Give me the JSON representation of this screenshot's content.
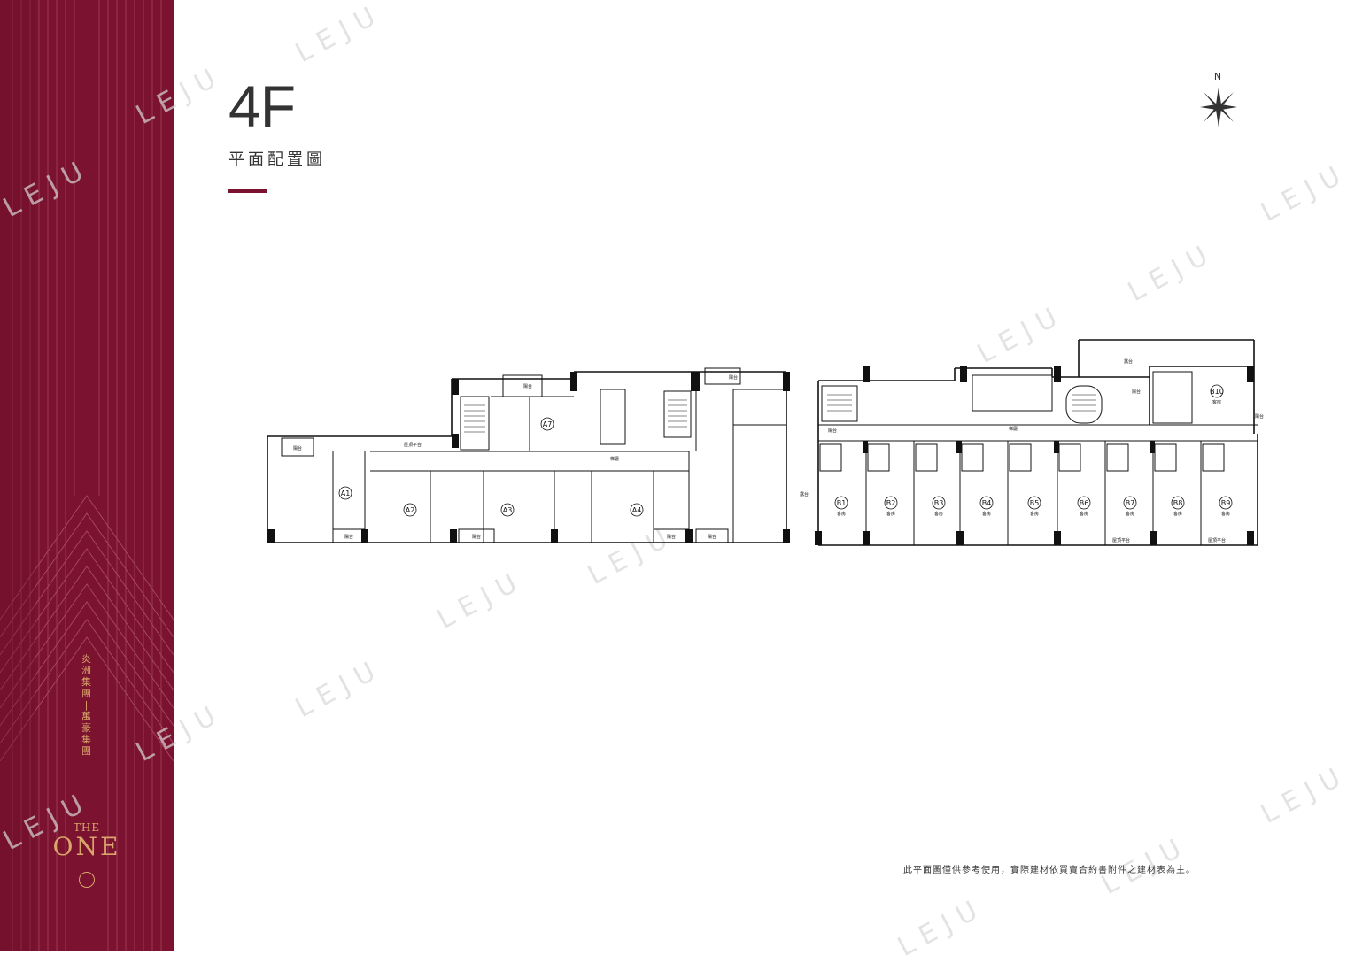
{
  "header": {
    "floor": "4F",
    "subtitle": "平面配置圖"
  },
  "compass": {
    "label": "N"
  },
  "sidebar": {
    "brand_line": [
      "炎",
      "洲",
      "集",
      "團",
      "|",
      "萬",
      "豪",
      "集",
      "團"
    ],
    "the": "THE",
    "one": "ONE",
    "background_color": "#7b1230",
    "accent_color": "#d9a56b"
  },
  "watermark": "LEJU",
  "plan": {
    "units_a": [
      "A1",
      "A2",
      "A3",
      "A4",
      "A7"
    ],
    "units_b": [
      "B1",
      "B2",
      "B3",
      "B4",
      "B5",
      "B6",
      "B7",
      "B8",
      "B9",
      "B10"
    ],
    "room_label": "客房",
    "balcony_label": "陽台",
    "terrace_label": "屋頂平台",
    "corridor_label": "梯廳",
    "lounge_label": "露台"
  },
  "disclaimer": "此平面圖僅供參考使用，實際建材依買賣合約書附件之建材表為主。"
}
